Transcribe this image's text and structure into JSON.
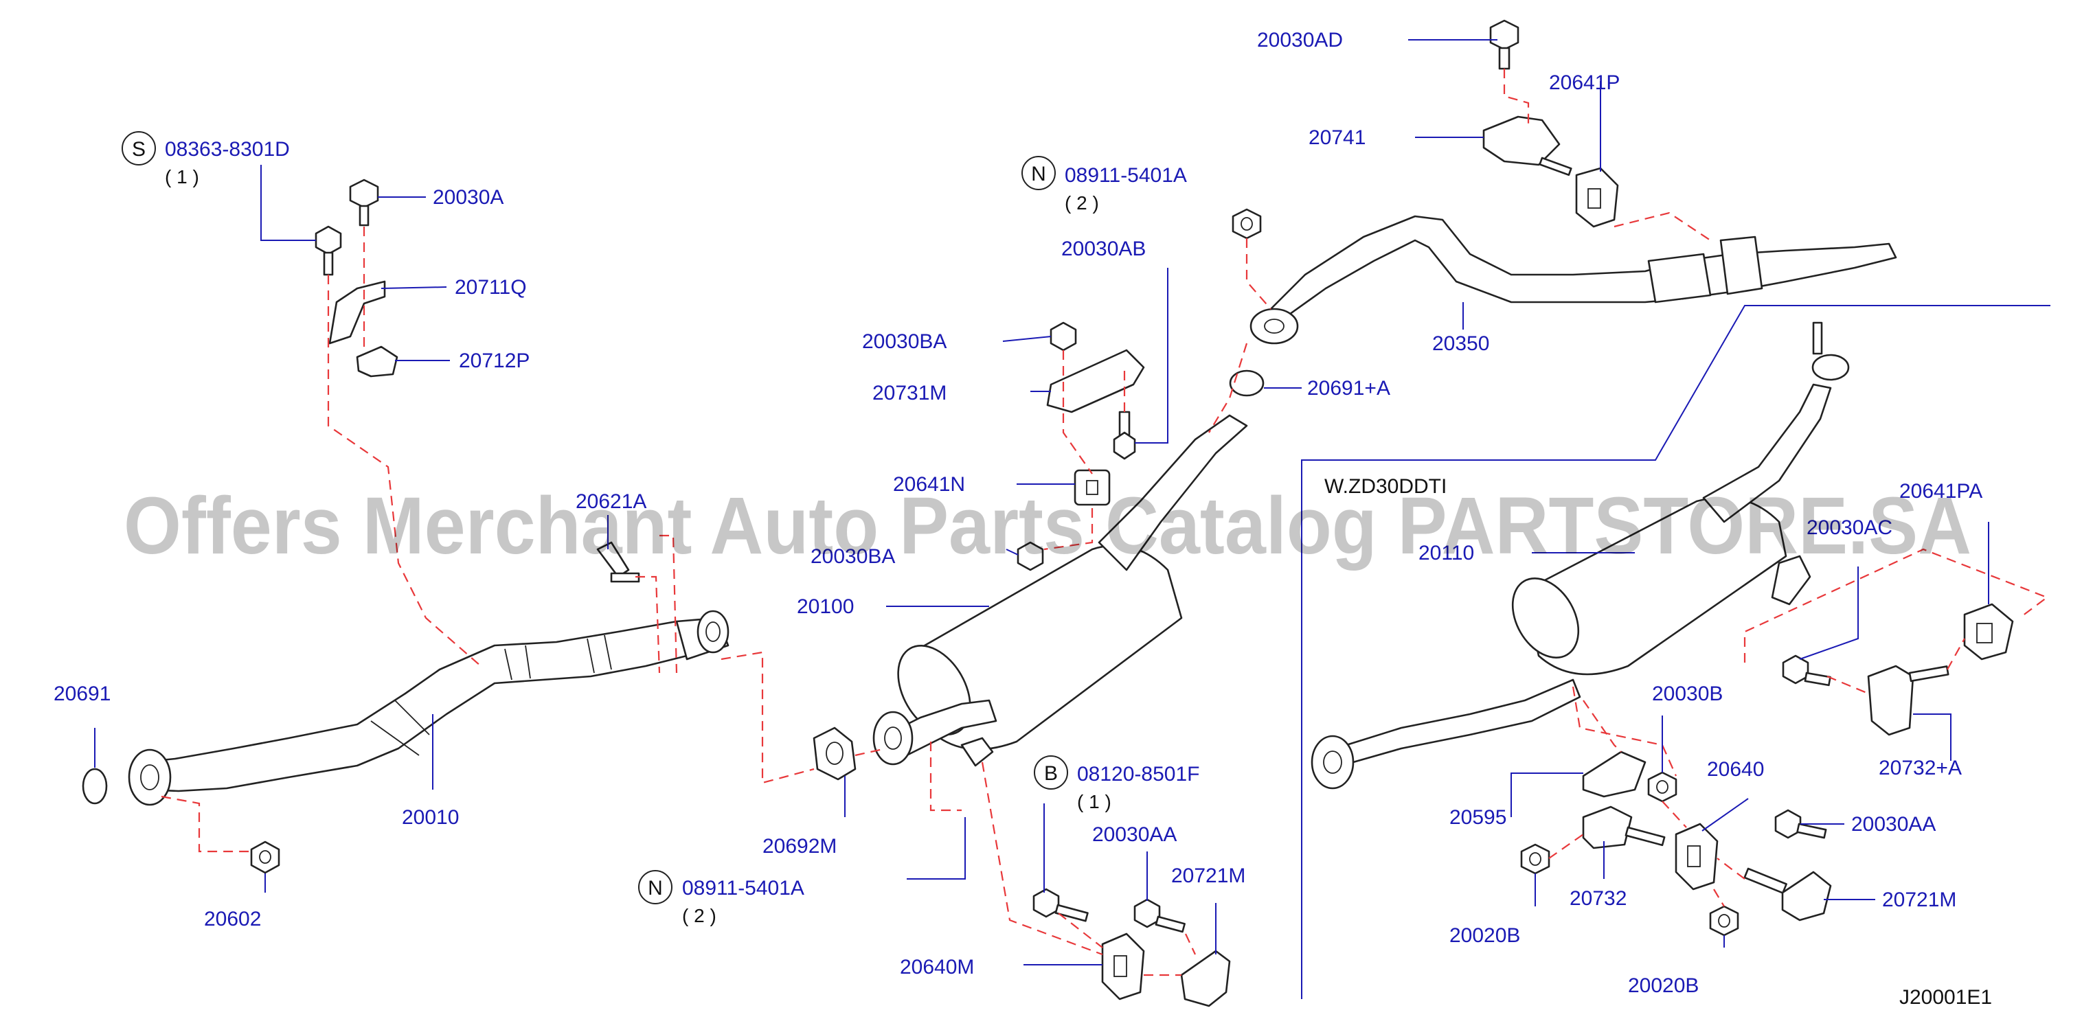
{
  "diagram": {
    "variant_label": "W.ZD30DDTI",
    "drawing_code": "J20001E1",
    "watermark": "Offers Merchant Auto Parts Catalog PARTSTORE.SA",
    "callouts": [
      {
        "id": "c_20030ad",
        "label": "20030AD"
      },
      {
        "id": "c_20641p",
        "label": "20641P"
      },
      {
        "id": "c_20741",
        "label": "20741"
      },
      {
        "id": "c_08911_top",
        "label": "08911-5401A",
        "badge": "N",
        "qty": "( 2 )"
      },
      {
        "id": "c_08363",
        "label": "08363-8301D",
        "badge": "S",
        "qty": "( 1 )"
      },
      {
        "id": "c_20030a",
        "label": "20030A"
      },
      {
        "id": "c_20711q",
        "label": "20711Q"
      },
      {
        "id": "c_20712p",
        "label": "20712P"
      },
      {
        "id": "c_20030ab",
        "label": "20030AB"
      },
      {
        "id": "c_20350",
        "label": "20350"
      },
      {
        "id": "c_20030ba_top",
        "label": "20030BA"
      },
      {
        "id": "c_20731m",
        "label": "20731M"
      },
      {
        "id": "c_20691a",
        "label": "20691+A"
      },
      {
        "id": "c_20641n",
        "label": "20641N"
      },
      {
        "id": "c_20621a",
        "label": "20621A"
      },
      {
        "id": "c_20030ba_mid",
        "label": "20030BA"
      },
      {
        "id": "c_20110",
        "label": "20110"
      },
      {
        "id": "c_20641pa",
        "label": "20641PA"
      },
      {
        "id": "c_20030ac",
        "label": "20030AC"
      },
      {
        "id": "c_20100",
        "label": "20100"
      },
      {
        "id": "c_20691",
        "label": "20691"
      },
      {
        "id": "c_20010",
        "label": "20010"
      },
      {
        "id": "c_20692m",
        "label": "20692M"
      },
      {
        "id": "c_08120",
        "label": "08120-8501F",
        "badge": "B",
        "qty": "( 1 )"
      },
      {
        "id": "c_20030aa_left",
        "label": "20030AA"
      },
      {
        "id": "c_20721m_left",
        "label": "20721M"
      },
      {
        "id": "c_08911_bot",
        "label": "08911-5401A",
        "badge": "N",
        "qty": "( 2 )"
      },
      {
        "id": "c_20602",
        "label": "20602"
      },
      {
        "id": "c_20640m",
        "label": "20640M"
      },
      {
        "id": "c_20030b",
        "label": "20030B"
      },
      {
        "id": "c_20640",
        "label": "20640"
      },
      {
        "id": "c_20732a",
        "label": "20732+A"
      },
      {
        "id": "c_20595",
        "label": "20595"
      },
      {
        "id": "c_20030aa_right",
        "label": "20030AA"
      },
      {
        "id": "c_20732",
        "label": "20732"
      },
      {
        "id": "c_20721m_right",
        "label": "20721M"
      },
      {
        "id": "c_20020b_left",
        "label": "20020B"
      },
      {
        "id": "c_20020b_right",
        "label": "20020B"
      }
    ]
  }
}
